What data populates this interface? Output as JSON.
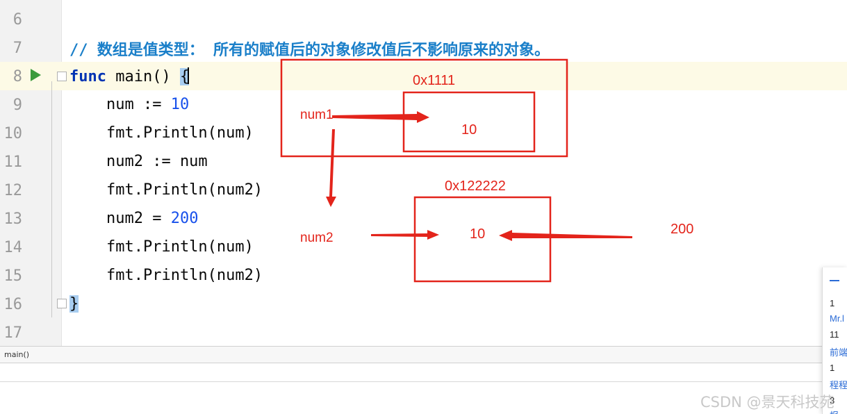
{
  "editor": {
    "line_numbers": [
      "6",
      "7",
      "8",
      "9",
      "10",
      "11",
      "12",
      "13",
      "14",
      "15",
      "16",
      "17"
    ],
    "comment": "// 数组是值类型： 所有的赋值后的对象修改值后不影响原来的对象。",
    "func_keyword": "func",
    "func_sig": " main() ",
    "open_brace": "{",
    "line9_pre": "    num := ",
    "line9_num": "10",
    "line10": "    fmt.Println(num)",
    "line11": "    num2 := num",
    "line12": "    fmt.Println(num2)",
    "line13_pre": "    num2 = ",
    "line13_num": "200",
    "line14": "    fmt.Println(num)",
    "line15": "    fmt.Println(num2)",
    "close_brace": "}"
  },
  "statusbar": {
    "breadcrumb": "main()"
  },
  "annotations": {
    "addr1": "0x1111",
    "addr2": "0x122222",
    "label_num1": "num1",
    "label_num2": "num2",
    "value1": "10",
    "value2": "10",
    "value_new": "200",
    "color": "#e3241b"
  },
  "side_panel": {
    "items": [
      "1",
      "Mr.l",
      "11",
      "前端",
      "1",
      "程程",
      "3",
      "报"
    ]
  },
  "watermark": "CSDN @景天科技苑",
  "icons": {
    "run": "run-triangle-icon",
    "fold": "fold-icon"
  }
}
